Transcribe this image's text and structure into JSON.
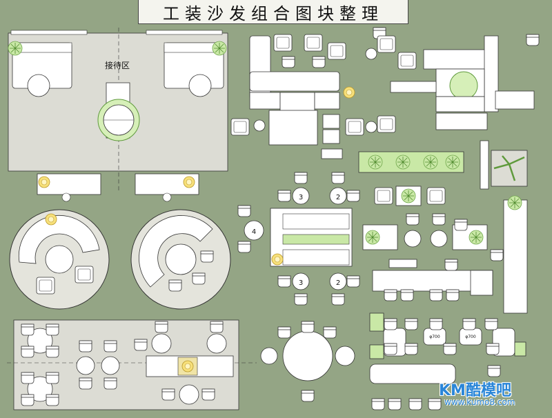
{
  "title": "工装沙发组合图块整理",
  "reception_label": "接待区",
  "table_numbers": [
    "3",
    "2",
    "4",
    "3",
    "2"
  ],
  "size_labels": [
    "φ700",
    "φ700"
  ],
  "watermark": {
    "logo": "KM酷模吧",
    "url": "www.kumo8.com"
  },
  "colors": {
    "background": "#94a585",
    "furniture": "#ffffff",
    "line": "#333333",
    "plant": "#9fd36b",
    "lamp": "#f2d14a"
  }
}
